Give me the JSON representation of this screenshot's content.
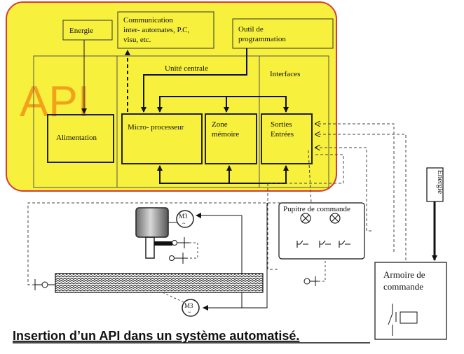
{
  "api_label": "API",
  "blocks": {
    "energie": "Energie",
    "communication_line1": "Communication",
    "communication_line2": "inter- automates, P.C,",
    "communication_line3": "visu,  etc.",
    "outil_line1": "Outil de",
    "outil_line2": "programmation",
    "unite_centrale": "Unité centrale",
    "interfaces": "Interfaces",
    "alimentation": "Alimentation",
    "microprocesseur": "Micro- processeur",
    "zone_line1": "Zone",
    "zone_line2": "mémoire",
    "sorties": "Sorties",
    "entrees": "Entrées"
  },
  "field": {
    "motor1": "M3",
    "motor2": "M3",
    "pupitre": "Pupitre de commande",
    "energie_right": "Energie",
    "armoire_line1": "Armoire de",
    "armoire_line2": "commande"
  },
  "caption": "Insertion d’un API dans un système automatisé.",
  "colors": {
    "api_highlight": "#f7f03c",
    "api_border": "#d63b3b",
    "api_text": "#f2a21a"
  }
}
